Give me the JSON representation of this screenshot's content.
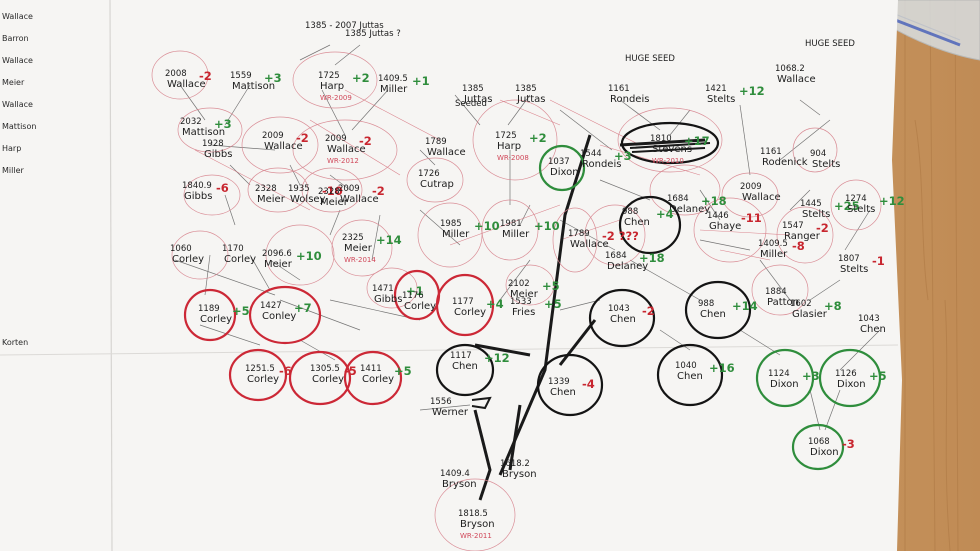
{
  "left_margin_names": [
    "Wallace",
    "Barron",
    "Wallace",
    "Meier",
    "Wallace",
    "Mattison",
    "Harp",
    "Miller",
    "Korten"
  ],
  "top_notes": [
    "1385 - 2007 Juttas",
    "1385 Juttas ?",
    "HUGE SEED",
    "HUGE SEED",
    "Seeded"
  ],
  "players": [
    {
      "rating": "2008",
      "name": "Wallace",
      "delta": "-2"
    },
    {
      "rating": "1559",
      "name": "Mattison",
      "delta": "+3"
    },
    {
      "rating": "1725",
      "name": "Harp",
      "delta": "+2",
      "note": "WR-2009"
    },
    {
      "rating": "1409.5",
      "name": "Miller",
      "delta": "+1"
    },
    {
      "rating": "1385",
      "name": "Juttas"
    },
    {
      "rating": "1385",
      "name": "Juttas"
    },
    {
      "rating": "1161",
      "name": "Rondeis"
    },
    {
      "rating": "1421",
      "name": "Stelts",
      "delta": "+12"
    },
    {
      "rating": "1068.2",
      "name": "Wallace"
    },
    {
      "rating": "2032",
      "name": "Mattison",
      "delta": "+3"
    },
    {
      "rating": "1928",
      "name": "Gibbs"
    },
    {
      "rating": "2009",
      "name": "Wallace",
      "delta": "-2"
    },
    {
      "rating": "2009",
      "name": "Wallace",
      "delta": "-2",
      "note": "WR-2012"
    },
    {
      "rating": "1789",
      "name": "Wallace"
    },
    {
      "rating": "1725",
      "name": "Harp",
      "delta": "+2",
      "note": "WR-2008"
    },
    {
      "rating": "1037",
      "name": "Dixon"
    },
    {
      "rating": "1544",
      "name": "Rondeis",
      "delta": "+3"
    },
    {
      "rating": "1810",
      "name": "Stevens",
      "delta": "+17",
      "note": "WR-2010"
    },
    {
      "rating": "1161",
      "name": "Rodenick"
    },
    {
      "rating": "904",
      "name": "Stelts"
    },
    {
      "rating": "1840.9",
      "name": "Gibbs",
      "delta": "-6"
    },
    {
      "rating": "2328",
      "name": "Meier"
    },
    {
      "rating": "1935",
      "name": "Wolsey",
      "delta": "-10"
    },
    {
      "rating": "2328",
      "name": "Meier"
    },
    {
      "rating": "1726",
      "name": "Cutrap"
    },
    {
      "rating": "2009",
      "name": "Wallace",
      "delta": "-2"
    },
    {
      "rating": "1684",
      "name": "Delaney",
      "delta": "+18"
    },
    {
      "rating": "2009",
      "name": "Wallace"
    },
    {
      "rating": "1445",
      "name": "Stelts",
      "delta": "+25"
    },
    {
      "rating": "1274",
      "name": "Stelts",
      "delta": "+12"
    },
    {
      "rating": "1060",
      "name": "Corley"
    },
    {
      "rating": "1170",
      "name": "Corley"
    },
    {
      "rating": "2096.6",
      "name": "Meier",
      "delta": "+10"
    },
    {
      "rating": "2325",
      "name": "Meier",
      "delta": "+14",
      "note": "WR-2014"
    },
    {
      "rating": "1985",
      "name": "Miller",
      "delta": "+10"
    },
    {
      "rating": "1981",
      "name": "Miller",
      "delta": "+10"
    },
    {
      "rating": "1789",
      "name": "Wallace",
      "delta": "-2 ???"
    },
    {
      "rating": "988",
      "name": "Chen",
      "delta": "+4"
    },
    {
      "rating": "1684",
      "name": "Delaney",
      "delta": "+18"
    },
    {
      "rating": "1446",
      "name": "Ghaye",
      "delta": "-11"
    },
    {
      "rating": "1547",
      "name": "Ranger",
      "delta": "-2"
    },
    {
      "rating": "1807",
      "name": "Stelts",
      "delta": "-1"
    },
    {
      "rating": "1471",
      "name": "Gibbs",
      "delta": "+1"
    },
    {
      "rating": "1409.5",
      "name": "Miller",
      "delta": "-8"
    },
    {
      "rating": "1884",
      "name": "Patton"
    },
    {
      "rating": "1189",
      "name": "Corley",
      "delta": "+5"
    },
    {
      "rating": "1427",
      "name": "Conley",
      "delta": "+7"
    },
    {
      "rating": "1176",
      "name": "Corley"
    },
    {
      "rating": "1177",
      "name": "Corley",
      "delta": "+4"
    },
    {
      "rating": "2102",
      "name": "Meier",
      "delta": "+5"
    },
    {
      "rating": "1533",
      "name": "Fries",
      "delta": "+5"
    },
    {
      "rating": "1043",
      "name": "Chen",
      "delta": "-2"
    },
    {
      "rating": "988",
      "name": "Chen",
      "delta": "+14"
    },
    {
      "rating": "1602",
      "name": "Glasier",
      "delta": "+8"
    },
    {
      "rating": "1043",
      "name": "Chen"
    },
    {
      "rating": "1251.5",
      "name": "Corley",
      "delta": "-6"
    },
    {
      "rating": "1305.5",
      "name": "Corley",
      "delta": "-5"
    },
    {
      "rating": "1411",
      "name": "Corley",
      "delta": "+5"
    },
    {
      "rating": "1117",
      "name": "Chen",
      "delta": "+12"
    },
    {
      "rating": "1339",
      "name": "Chen",
      "delta": "-4"
    },
    {
      "rating": "1040",
      "name": "Chen",
      "delta": "+16"
    },
    {
      "rating": "1124",
      "name": "Dixon",
      "delta": "+3"
    },
    {
      "rating": "1126",
      "name": "Dixon",
      "delta": "+5"
    },
    {
      "rating": "1556",
      "name": "Werner"
    },
    {
      "rating": "1068",
      "name": "Dixon",
      "delta": "-3"
    },
    {
      "rating": "1409.4",
      "name": "Bryson"
    },
    {
      "rating": "1618.2",
      "name": "Bryson"
    },
    {
      "rating": "1818.5",
      "name": "Bryson",
      "note": "WR-2011"
    }
  ]
}
